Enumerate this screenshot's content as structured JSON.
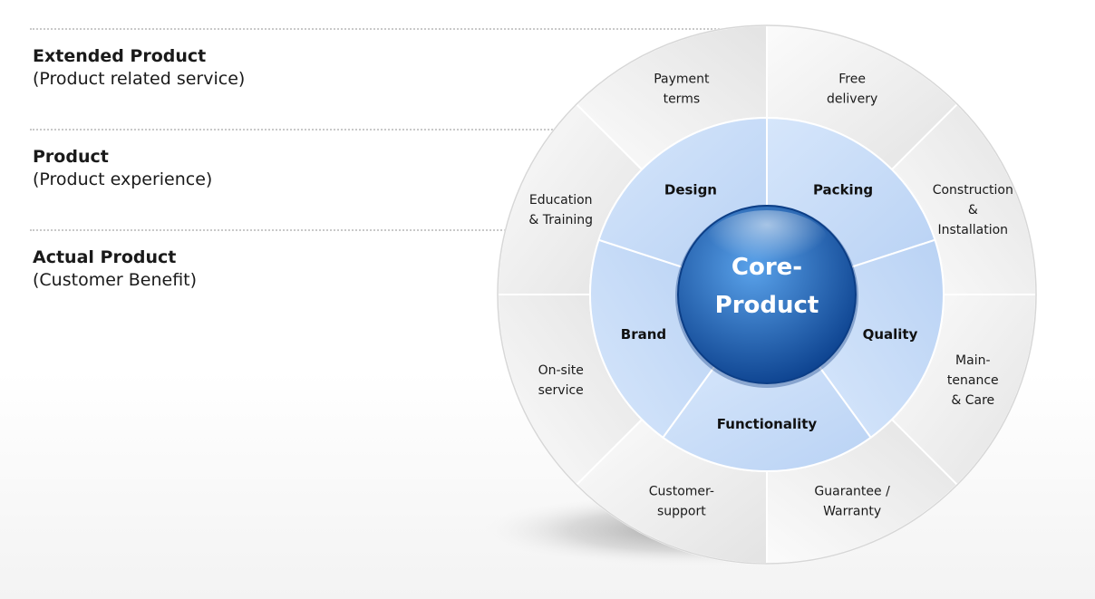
{
  "levels": [
    {
      "title": "Extended Product",
      "subtitle": "(Product related service)"
    },
    {
      "title": "Product",
      "subtitle": "(Product experience)"
    },
    {
      "title": "Actual Product",
      "subtitle": "(Customer Benefit)"
    }
  ],
  "core": {
    "line1": "Core-",
    "line2": "Product"
  },
  "middle_ring": [
    {
      "label": "Packing"
    },
    {
      "label": "Quality"
    },
    {
      "label": "Functionality"
    },
    {
      "label": "Brand"
    },
    {
      "label": "Design"
    }
  ],
  "outer_ring": [
    {
      "lines": [
        "Free",
        "delivery"
      ]
    },
    {
      "lines": [
        "Construction",
        "&",
        "Installation"
      ]
    },
    {
      "lines": [
        "Main-",
        "tenance",
        "& Care"
      ]
    },
    {
      "lines": [
        "Guarantee /",
        "Warranty"
      ]
    },
    {
      "lines": [
        "Customer-",
        "support"
      ]
    },
    {
      "lines": [
        "On-site",
        "service"
      ]
    },
    {
      "lines": [
        "Education",
        "& Training"
      ]
    },
    {
      "lines": [
        "Payment",
        "terms"
      ]
    }
  ],
  "colors": {
    "outer_light": "#fbfbfb",
    "outer_dark": "#e3e3e3",
    "middle_light": "#d6e6fb",
    "middle_dark": "#b9d2f4",
    "core_light": "#5aa2ea",
    "core_dark": "#0a3f8c"
  }
}
